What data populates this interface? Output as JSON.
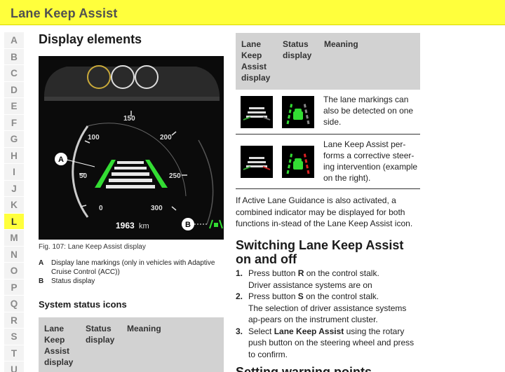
{
  "header": {
    "title": "Lane Keep Assist"
  },
  "alphabet": {
    "letters": [
      "A",
      "B",
      "C",
      "D",
      "E",
      "F",
      "G",
      "H",
      "I",
      "J",
      "K",
      "L",
      "M",
      "N",
      "O",
      "P",
      "Q",
      "R",
      "S",
      "T",
      "U"
    ],
    "active": "L"
  },
  "left": {
    "section_title": "Display elements",
    "cluster": {
      "speed_labels": [
        "0",
        "50",
        "100",
        "150",
        "200",
        "250",
        "300"
      ],
      "odometer_value": "1963",
      "odometer_unit": "km",
      "callout_a": "A",
      "callout_b": "B"
    },
    "figure_caption": "Fig. 107: Lane Keep Assist display",
    "legend": [
      {
        "key": "A",
        "text": "Display lane markings (only in vehicles with Adaptive Cruise Control (ACC))"
      },
      {
        "key": "B",
        "text": "Status display"
      }
    ],
    "system_status_title": "System status icons",
    "system_table_headers": [
      "Lane Keep Assist display",
      "Status display",
      "Meaning"
    ]
  },
  "right": {
    "table_headers": [
      "Lane Keep Assist display",
      "Status display",
      "Meaning"
    ],
    "rows": [
      {
        "meaning": "The lane markings can also be detected on one side."
      },
      {
        "meaning": "Lane Keep Assist per-forms a corrective steer-ing intervention (example on the right)."
      }
    ],
    "paragraph": "If Active Lane Guidance is also activated, a combined indicator may be displayed for both functions in-stead of the Lane Keep Assist icon.",
    "switch_title": "Switching Lane Keep Assist on and off",
    "steps": [
      {
        "num": "1.",
        "pre": "Press button ",
        "bold": "R",
        "post": " on the control stalk.",
        "note": "Driver assistance systems are on"
      },
      {
        "num": "2.",
        "pre": "Press button ",
        "bold": "S",
        "post": " on the control stalk.",
        "note": "The selection of driver assistance systems ap-pears on the instrument cluster."
      },
      {
        "num": "3.",
        "pre": "Select ",
        "bold": "Lane Keep Assist",
        "post": " using the rotary push button on the steering wheel and press to confirm.",
        "note": ""
      }
    ],
    "cut_title": "Setting warning points"
  },
  "colors": {
    "header_bg": "#ffff3c",
    "table_header_bg": "#d2d2d2",
    "lane_green": "#33dd33",
    "gauge_ring": "#c9a93a"
  }
}
